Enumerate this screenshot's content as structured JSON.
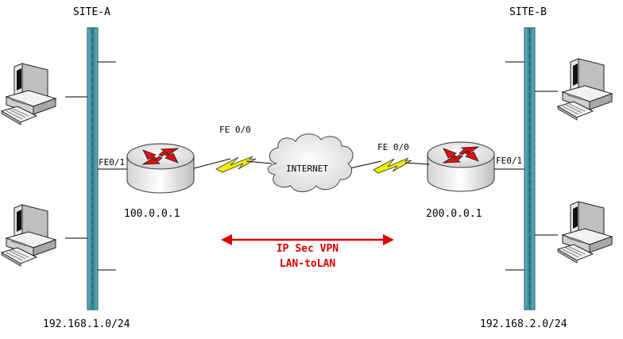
{
  "site_a": {
    "title": "SITE-A",
    "subnet": "192.168.1.0/24",
    "router_ip": "100.0.0.1",
    "lan_interface": "FE0/1",
    "wan_interface": "FE 0/0"
  },
  "site_b": {
    "title": "SITE-B",
    "subnet": "192.168.2.0/24",
    "router_ip": "200.0.0.1",
    "lan_interface": "FE0/1",
    "wan_interface": "FE 0/0"
  },
  "cloud": {
    "label": "INTERNET"
  },
  "vpn": {
    "line1": "IP Sec VPN",
    "line2": "LAN-toLAN",
    "color": "#e00000"
  },
  "colors": {
    "lan_bar": "#2e7f90",
    "lan_bar_light": "#6fb3c1",
    "router_arrow": "#e01010",
    "link_bolt": "#f0f000"
  },
  "icons": [
    "workstation-icon",
    "router-icon",
    "cloud-icon",
    "serial-link-icon",
    "double-arrow-icon"
  ]
}
